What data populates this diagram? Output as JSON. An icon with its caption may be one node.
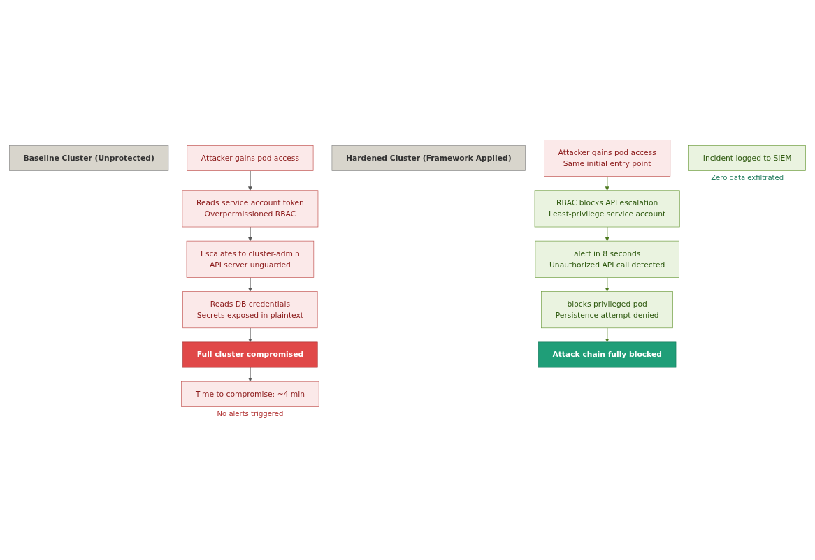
{
  "diagram": {
    "nodes": [
      {
        "text": [
          "Baseline Cluster (Unprotected)"
        ]
      },
      {
        "text": [
          "Attacker gains pod access"
        ]
      },
      {
        "text": [
          "Reads service account token",
          "Overpermissioned RBAC"
        ]
      },
      {
        "text": [
          "Escalates to cluster-admin",
          "API server unguarded"
        ]
      },
      {
        "text": [
          "Reads DB credentials",
          "Secrets exposed in plaintext"
        ]
      },
      {
        "text": [
          "Full cluster compromised"
        ]
      },
      {
        "text": [
          "Time to compromise: ~4 min"
        ],
        "beside": [
          "No alerts triggered"
        ]
      },
      {
        "text": [
          "Hardened Cluster (Framework Applied)"
        ]
      },
      {
        "text": [
          "Attacker gains pod access",
          "Same initial entry point"
        ]
      },
      {
        "text": [
          "RBAC blocks API escalation",
          "Least-privilege service account"
        ]
      },
      {
        "text": [
          "alert in 8 seconds",
          "Unauthorized API call detected"
        ]
      },
      {
        "text": [
          "blocks privileged pod",
          "Persistence attempt denied"
        ]
      },
      {
        "text": [
          "Attack chain fully blocked"
        ]
      },
      {
        "text": [
          "Incident logged to SIEM"
        ],
        "beside": [
          "Zero data exfiltrated"
        ]
      }
    ],
    "edges": [
      {
        "from": 1,
        "to": 2,
        "arrow": "to",
        "color": "#555555"
      },
      {
        "from": 2,
        "to": 3,
        "arrow": "to",
        "color": "#555555"
      },
      {
        "from": 3,
        "to": 4,
        "arrow": "to",
        "color": "#555555"
      },
      {
        "from": 4,
        "to": 5,
        "arrow": "to",
        "color": "#555555"
      },
      {
        "from": 5,
        "to": 6,
        "arrow": "to",
        "color": "#555555"
      },
      {
        "from": 8,
        "to": 9,
        "arrow": "to",
        "color": "#4d7a1f"
      },
      {
        "from": 9,
        "to": 10,
        "arrow": "to",
        "color": "#4d7a1f"
      },
      {
        "from": 10,
        "to": 11,
        "arrow": "to",
        "color": "#4d7a1f"
      },
      {
        "from": 11,
        "to": 12,
        "arrow": "to",
        "color": "#4d7a1f"
      }
    ]
  }
}
